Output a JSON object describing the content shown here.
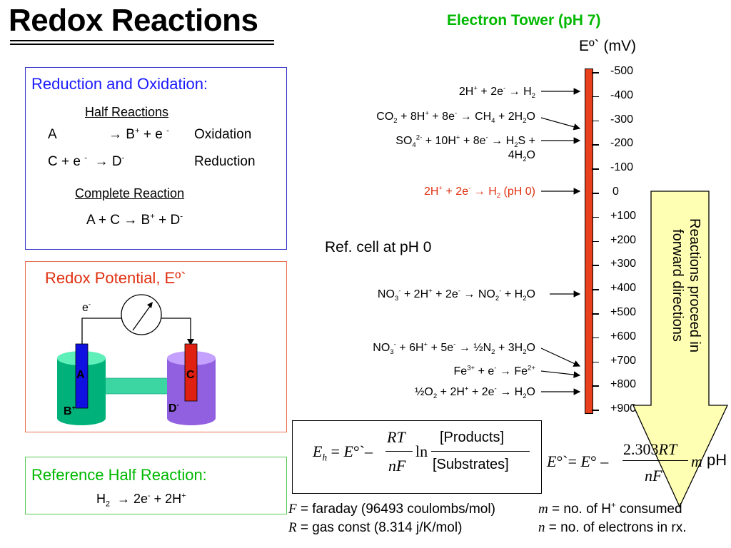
{
  "title": "Redox Reactions",
  "colors": {
    "blue_text": "#1a1aff",
    "red_text": "#e03010",
    "green_text": "#00b800",
    "tower_fill": "#e8401c",
    "arrow_fill": "#ffffb4",
    "box_blue": "#3333cc",
    "box_red": "#e87050",
    "box_green": "#55cc55"
  },
  "reduction_box": {
    "heading": "Reduction and Oxidation:",
    "half_reactions_label": "Half Reactions",
    "row1_left": "A",
    "row1_right": "Oxidation",
    "row2_right": "Reduction",
    "complete_label": "Complete Reaction"
  },
  "potential_box": {
    "heading": "Redox Potential, Eº`",
    "electron_label": "e",
    "left_electrode": "A",
    "right_electrode": "C",
    "left_solution": "B",
    "right_solution": "D"
  },
  "reference_box": {
    "heading": "Reference Half Reaction:"
  },
  "tower": {
    "title": "Electron Tower (pH 7)",
    "axis_label": "Eº` (mV)",
    "ticks": [
      "-500",
      "-400",
      "-300",
      "-200",
      "-100",
      "0",
      "+100",
      "+200",
      "+300",
      "+400",
      "+500",
      "+600",
      "+700",
      "+800",
      "+900"
    ],
    "ref_cell_note": "Ref. cell at pH 0",
    "arrow_text": "Reactions proceed in forward directions"
  },
  "equation": {
    "products": "[Products]",
    "substrates": "[Substrates]",
    "ph_label": "pH"
  },
  "legend": {
    "f_def": "= faraday (96493 coulombs/mol)",
    "r_def": "= gas const (8.314 j/K/mol)",
    "m_def_pre": "= no. of H",
    "m_def_post": " consumed",
    "n_def": "= no. of electrons in rx."
  }
}
